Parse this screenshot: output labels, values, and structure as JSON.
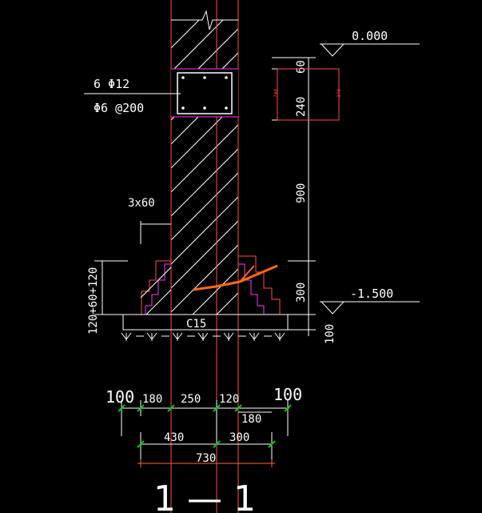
{
  "colors": {
    "background": "#000000",
    "wall_outline": "#ff4d4d",
    "hatch": "#ffffff",
    "dimension": "#ffffff",
    "rebar": "#ff33ff",
    "section_line": "#ff6a1a",
    "dim_tick": "#00cc00"
  },
  "drawing": {
    "rebar_main": "6 Φ12",
    "rebar_stirrup": "Φ6 @200",
    "offset_label": "3x60",
    "concrete_label": "C15",
    "elevation_top": "0.000",
    "elevation_bottom": "-1.500",
    "dims_vertical": {
      "d60": "60",
      "d240": "240",
      "d900": "900",
      "d300": "300",
      "d100": "100",
      "step_stack": "120+60+120"
    },
    "beam_small": {
      "a": "240",
      "b": "370"
    },
    "dims_bottom_row1": [
      "100",
      "180",
      "250",
      "120",
      "100"
    ],
    "dims_bottom_row2": [
      "180"
    ],
    "dims_bottom_row3": [
      "430",
      "300"
    ],
    "dims_bottom_total": "730",
    "section_mark": "1 — 1"
  }
}
